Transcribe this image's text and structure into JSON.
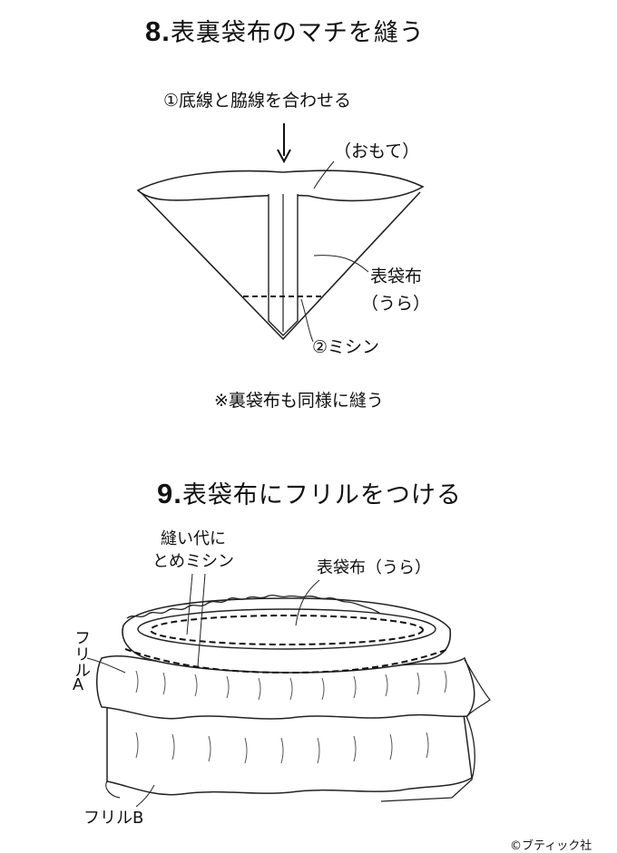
{
  "step8": {
    "number": "8.",
    "title": "表裏袋布のマチを縫う",
    "label_align": "①底線と脇線を合わせる",
    "label_front": "（おもて）",
    "label_outer_1": "表袋布",
    "label_outer_2": "（うら）",
    "label_sew": "②ミシン",
    "note": "※裏袋布も同様に縫う"
  },
  "step9": {
    "number": "9.",
    "title": "表袋布にフリルをつける",
    "label_tack_1": "縫い代に",
    "label_tack_2": "とめミシン",
    "label_outer": "表袋布（うら）",
    "label_frill_a_1": "フリル",
    "label_frill_a_2": "A",
    "label_frill_b": "フリルB"
  },
  "credit": "©ブティック社"
}
